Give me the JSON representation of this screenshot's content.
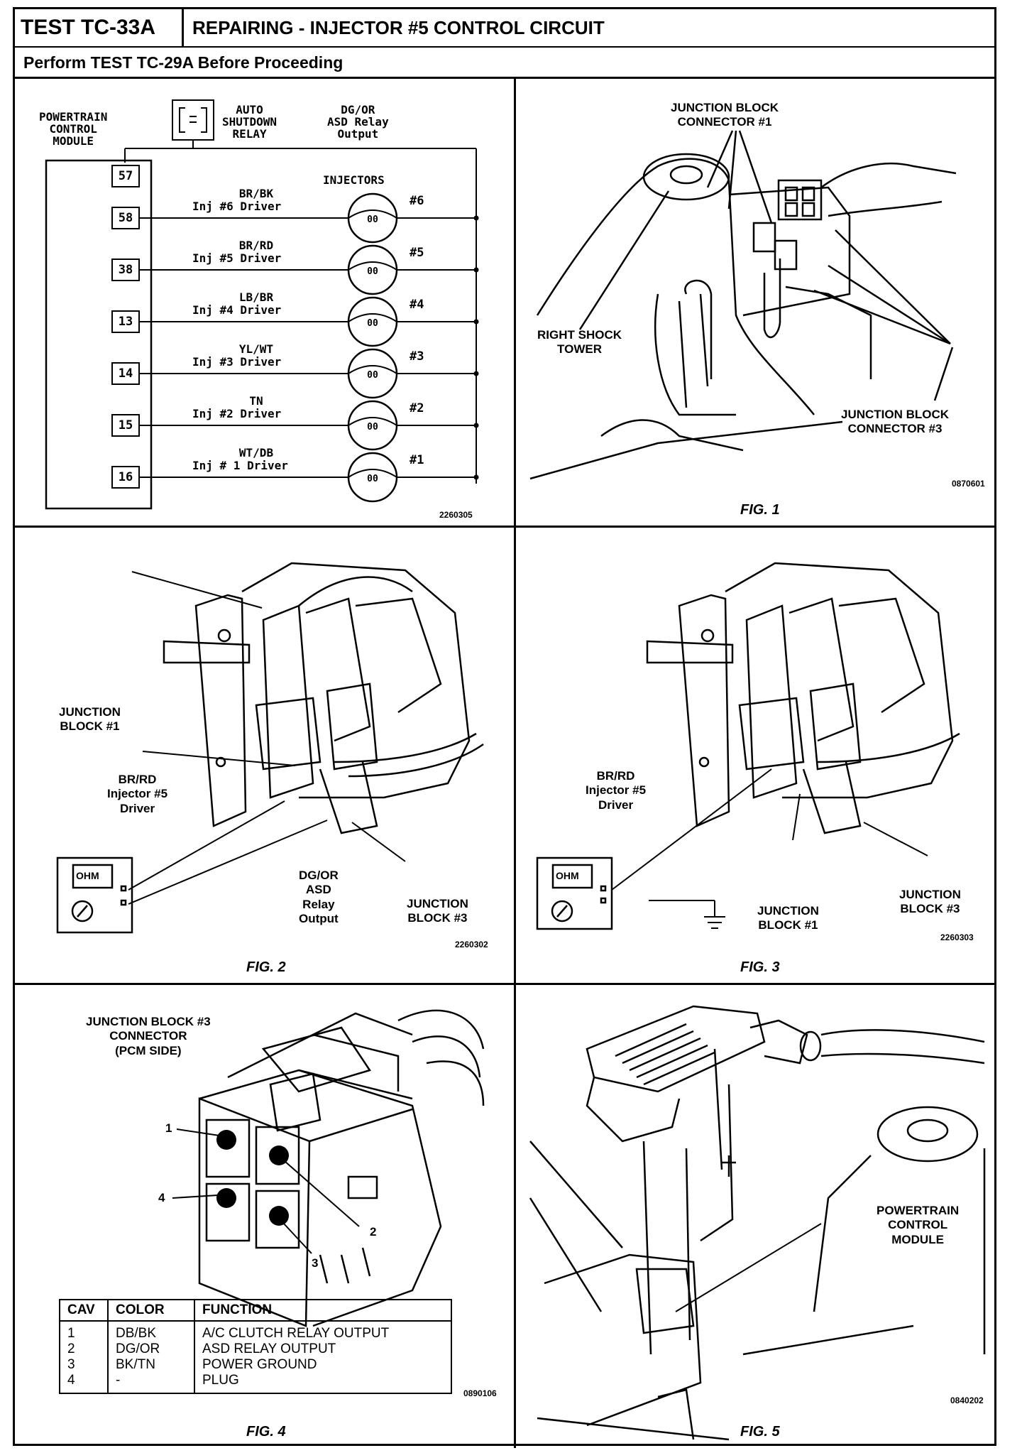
{
  "header": {
    "test_id": "TEST TC-33A",
    "title": "REPAIRING - INJECTOR #5 CONTROL CIRCUIT",
    "subtitle": "Perform TEST TC-29A Before Proceeding"
  },
  "schematic": {
    "pcm_label": "POWERTRAIN\nCONTROL\nMODULE",
    "relay_label": "AUTO\nSHUTDOWN\nRELAY",
    "relay_output_label": "DG/OR\nASD Relay\nOutput",
    "injectors_label": "INJECTORS",
    "pins": [
      "57",
      "58",
      "38",
      "13",
      "14",
      "15",
      "16"
    ],
    "circuits": [
      {
        "color": "BR/BK",
        "driver": "Inj #6 Driver",
        "injector": "#6",
        "pin": "58"
      },
      {
        "color": "BR/RD",
        "driver": "Inj #5 Driver",
        "injector": "#5",
        "pin": "38"
      },
      {
        "color": "LB/BR",
        "driver": "Inj #4 Driver",
        "injector": "#4",
        "pin": "13"
      },
      {
        "color": "YL/WT",
        "driver": "Inj #3 Driver",
        "injector": "#3",
        "pin": "14"
      },
      {
        "color": "TN",
        "driver": "Inj #2 Driver",
        "injector": "#2",
        "pin": "15"
      },
      {
        "color": "WT/DB",
        "driver": "Inj # 1 Driver",
        "injector": "#1",
        "pin": "16"
      }
    ],
    "coil_text": "00",
    "code": "2260305"
  },
  "fig1": {
    "caption": "FIG. 1",
    "code": "0870601",
    "labels": {
      "jb_conn1": "JUNCTION BLOCK\nCONNECTOR #1",
      "shock": "RIGHT SHOCK\nTOWER",
      "jb_conn3": "JUNCTION BLOCK\nCONNECTOR #3"
    }
  },
  "fig2": {
    "caption": "FIG. 2",
    "code": "2260302",
    "labels": {
      "jb1": "JUNCTION\nBLOCK #1",
      "brrd": "BR/RD\nInjector #5\nDriver",
      "dgor": "DG/OR\nASD\nRelay\nOutput",
      "jb3": "JUNCTION\nBLOCK #3"
    },
    "meter": "OHM"
  },
  "fig3": {
    "caption": "FIG. 3",
    "code": "2260303",
    "labels": {
      "brrd": "BR/RD\nInjector #5\nDriver",
      "jb1": "JUNCTION\nBLOCK #1",
      "jb3": "JUNCTION\nBLOCK #3"
    },
    "meter": "OHM"
  },
  "fig4": {
    "caption": "FIG. 4",
    "code": "0890106",
    "title": "JUNCTION BLOCK #3\nCONNECTOR\n(PCM SIDE)",
    "callouts": [
      "1",
      "2",
      "3",
      "4"
    ],
    "table": {
      "headers": [
        "CAV",
        "COLOR",
        "FUNCTION"
      ],
      "rows": [
        [
          "1",
          "DB/BK",
          "A/C CLUTCH RELAY OUTPUT"
        ],
        [
          "2",
          "DG/OR",
          "ASD RELAY OUTPUT"
        ],
        [
          "3",
          "BK/TN",
          "POWER GROUND"
        ],
        [
          "4",
          "-",
          "PLUG"
        ]
      ]
    }
  },
  "fig5": {
    "caption": "FIG. 5",
    "code": "0840202",
    "label": "POWERTRAIN\nCONTROL\nMODULE"
  }
}
